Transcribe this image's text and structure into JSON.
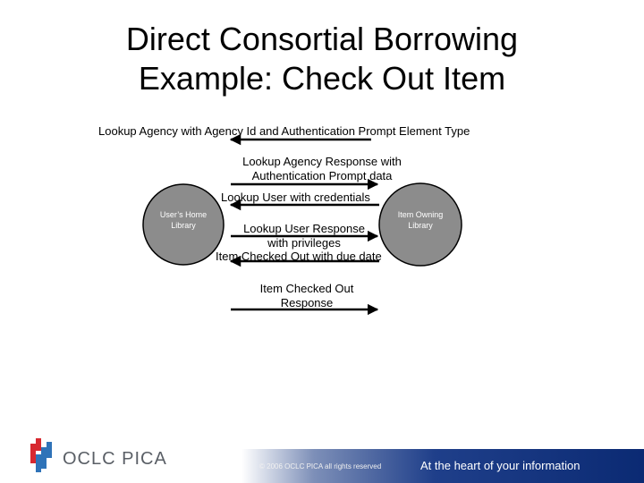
{
  "title": {
    "line1": "Direct Consortial Borrowing",
    "line2": "Example: Check Out Item"
  },
  "nodes": {
    "home": "User’s Home Library",
    "owning": "Item Owning Library"
  },
  "messages": {
    "m1": "Lookup Agency with Agency Id and Authentication Prompt Element Type",
    "m2_line1": "Lookup Agency Response with",
    "m2_line2": "Authentication Prompt data",
    "m3": "Lookup User with credentials",
    "m4_line1": "Lookup User Response",
    "m4_line2": "with privileges",
    "m5": "Item Checked Out with due date",
    "m6_line1": "Item Checked Out",
    "m6_line2": "Response"
  },
  "footer": {
    "logo": "OCLC PICA",
    "copyright": "© 2006 OCLC PICA all rights reserved",
    "tagline": "At the heart of your information"
  },
  "colors": {
    "node_fill": "#8c8c8c",
    "footer_blue": "#0b2a73",
    "logo_red": "#d7282f",
    "logo_blue": "#2f73b8"
  }
}
